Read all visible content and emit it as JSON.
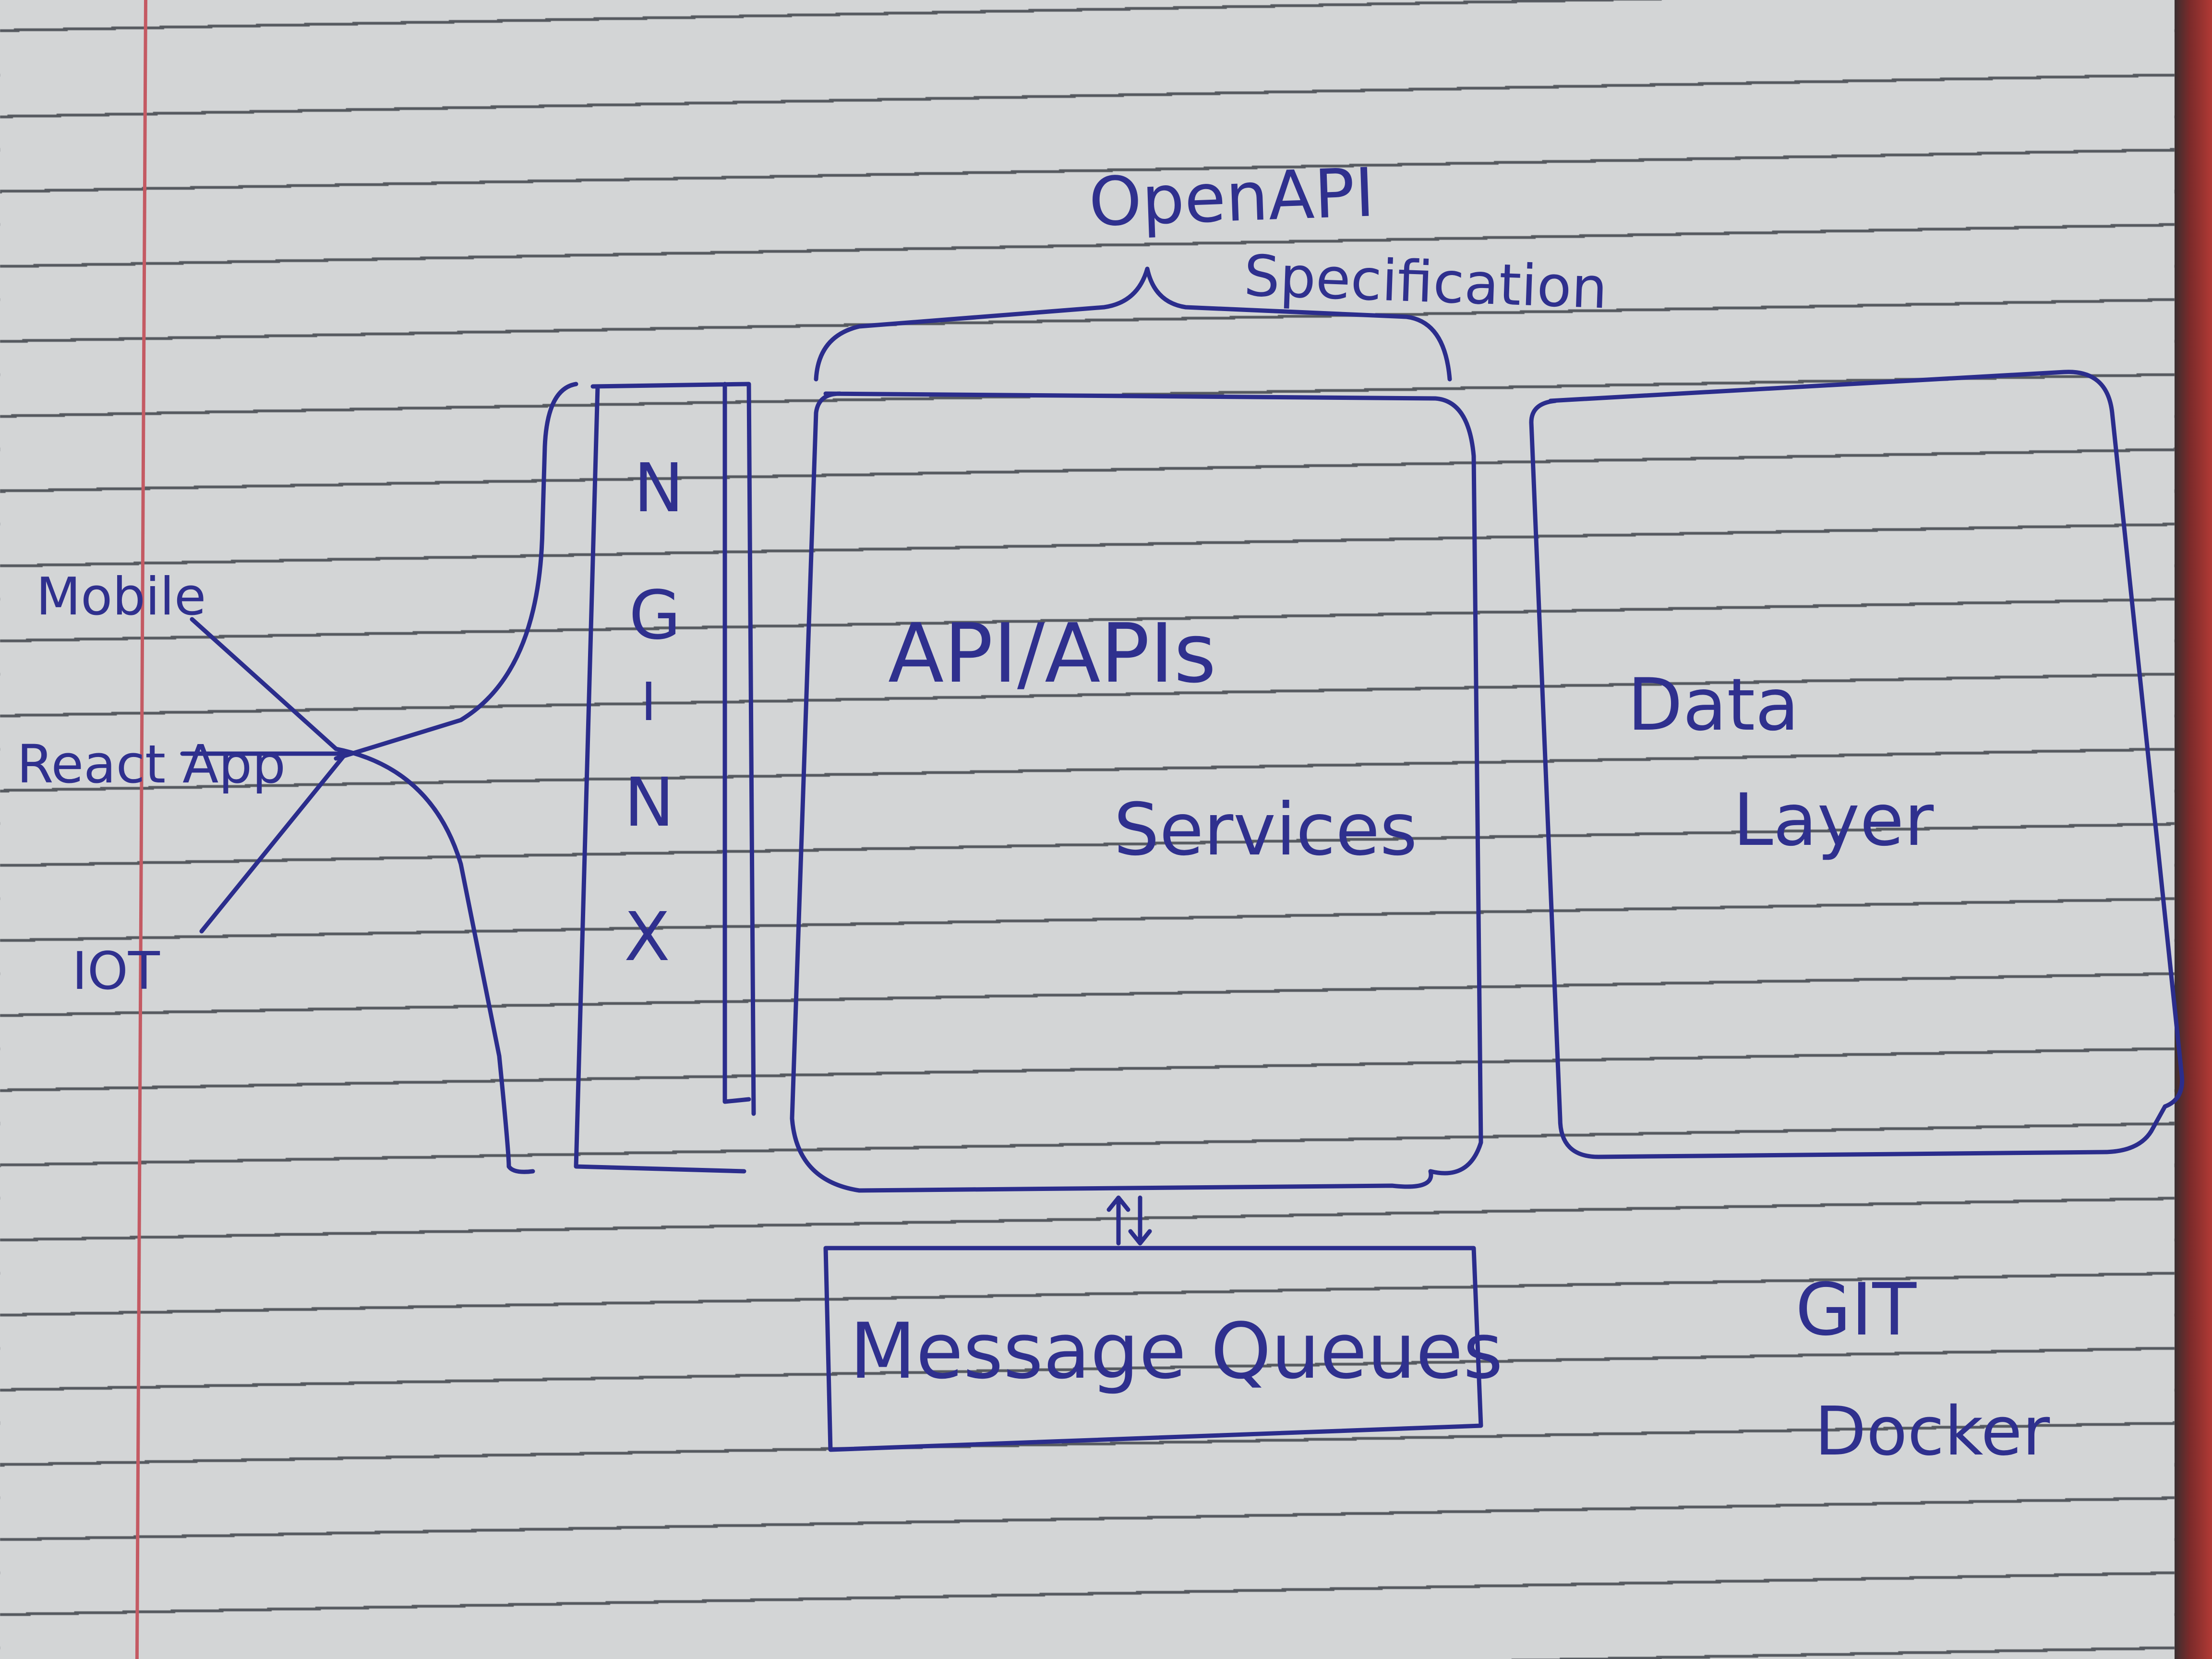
{
  "labels": {
    "openapi_line1": "OpenAPI",
    "openapi_line2": "Specification",
    "mobile": "Mobile",
    "react_app": "React App",
    "iot": "IOT",
    "nginx_letters": [
      "N",
      "G",
      "I",
      "N",
      "X"
    ],
    "api_apis": "API/APIs",
    "services": "Services",
    "data": "Data",
    "layer": "Layer",
    "message_queues": "Message Queues",
    "git": "GIT",
    "docker": "Docker"
  },
  "colors": {
    "ink": "#2b2d8c",
    "paper": "#d3d5d6",
    "rule_line": "#55595f",
    "margin_line": "#c45a63"
  }
}
